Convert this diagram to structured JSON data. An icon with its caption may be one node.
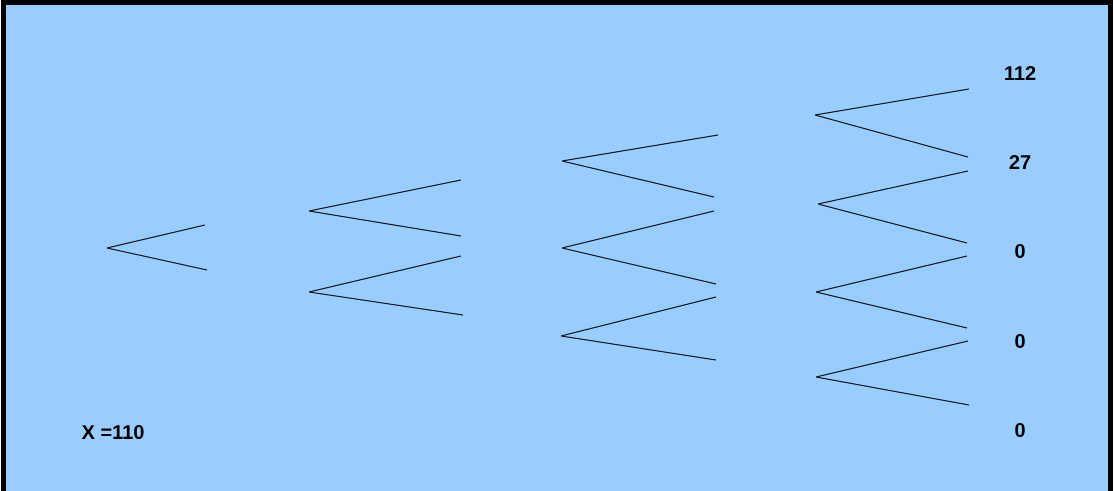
{
  "diagram": {
    "labels": [
      "112",
      "27",
      "0",
      "0",
      "0",
      "X =110"
    ]
  }
}
